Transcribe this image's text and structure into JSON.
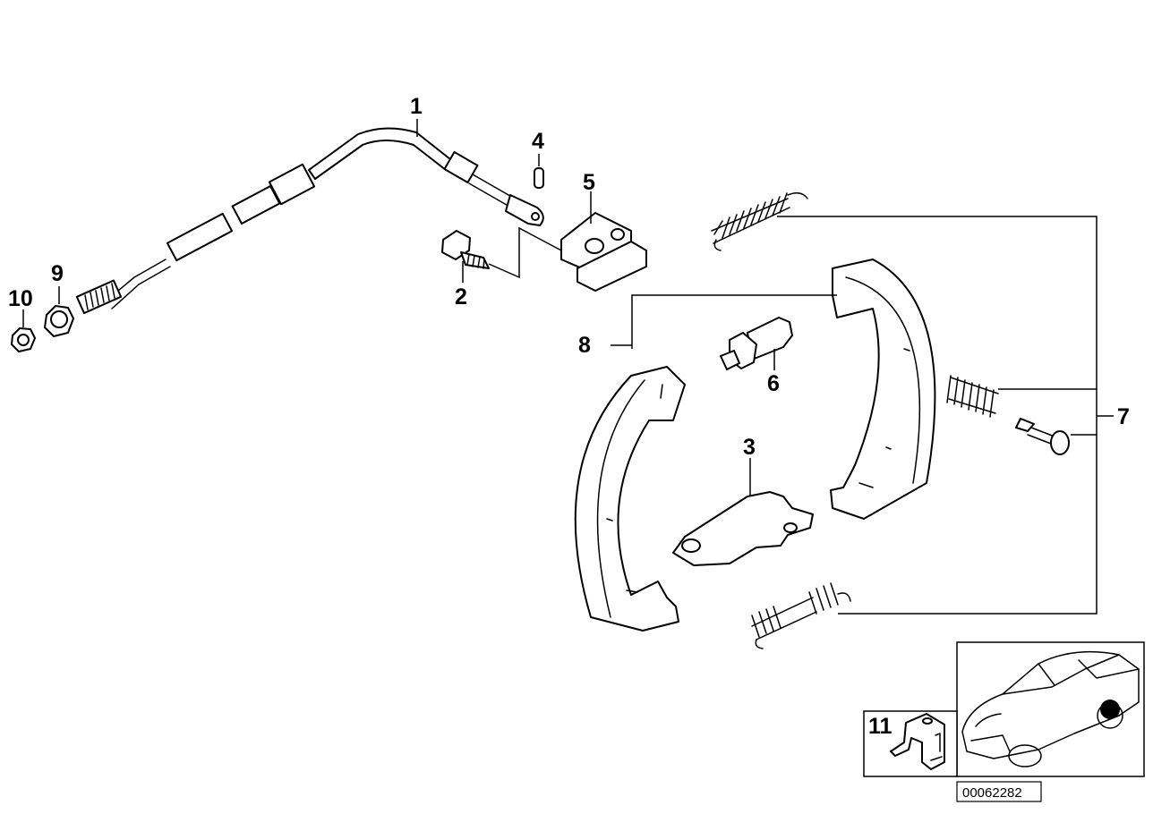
{
  "callouts": {
    "c1": "1",
    "c2": "2",
    "c3": "3",
    "c4": "4",
    "c5": "5",
    "c6": "6",
    "c7": "7",
    "c8": "8",
    "c9": "9",
    "c10": "10",
    "c11": "11"
  },
  "diagram_code": "00062282",
  "icons": [
    "parking-brake-cable",
    "bolt",
    "expanding-lock",
    "pin",
    "bracket",
    "adjuster",
    "repair-kit-springs",
    "brake-shoe-set",
    "collar-nut",
    "hex-nut",
    "clip",
    "vehicle-locator"
  ],
  "colors": {
    "line": "#000000",
    "background": "#ffffff"
  }
}
